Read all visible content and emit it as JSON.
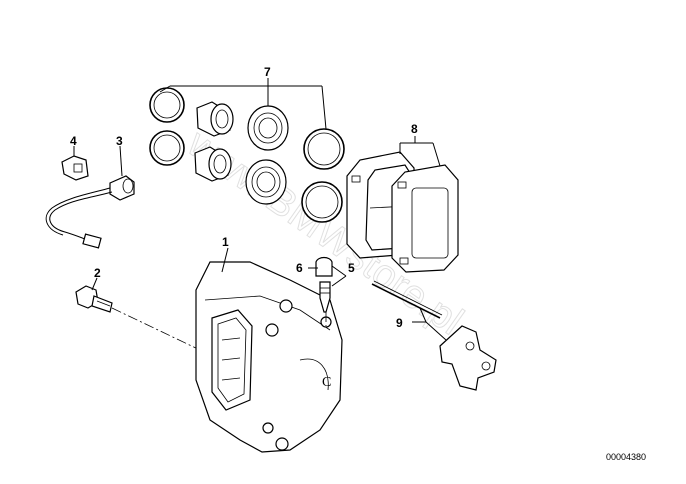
{
  "diagram": {
    "callouts": [
      {
        "id": "1",
        "label": "1"
      },
      {
        "id": "2",
        "label": "2"
      },
      {
        "id": "3",
        "label": "3"
      },
      {
        "id": "4",
        "label": "4"
      },
      {
        "id": "5",
        "label": "5"
      },
      {
        "id": "6",
        "label": "6"
      },
      {
        "id": "7",
        "label": "7"
      },
      {
        "id": "8",
        "label": "8"
      },
      {
        "id": "9",
        "label": "9"
      }
    ],
    "part_number": "00004380",
    "watermark": "www.BMWstore.pl"
  }
}
